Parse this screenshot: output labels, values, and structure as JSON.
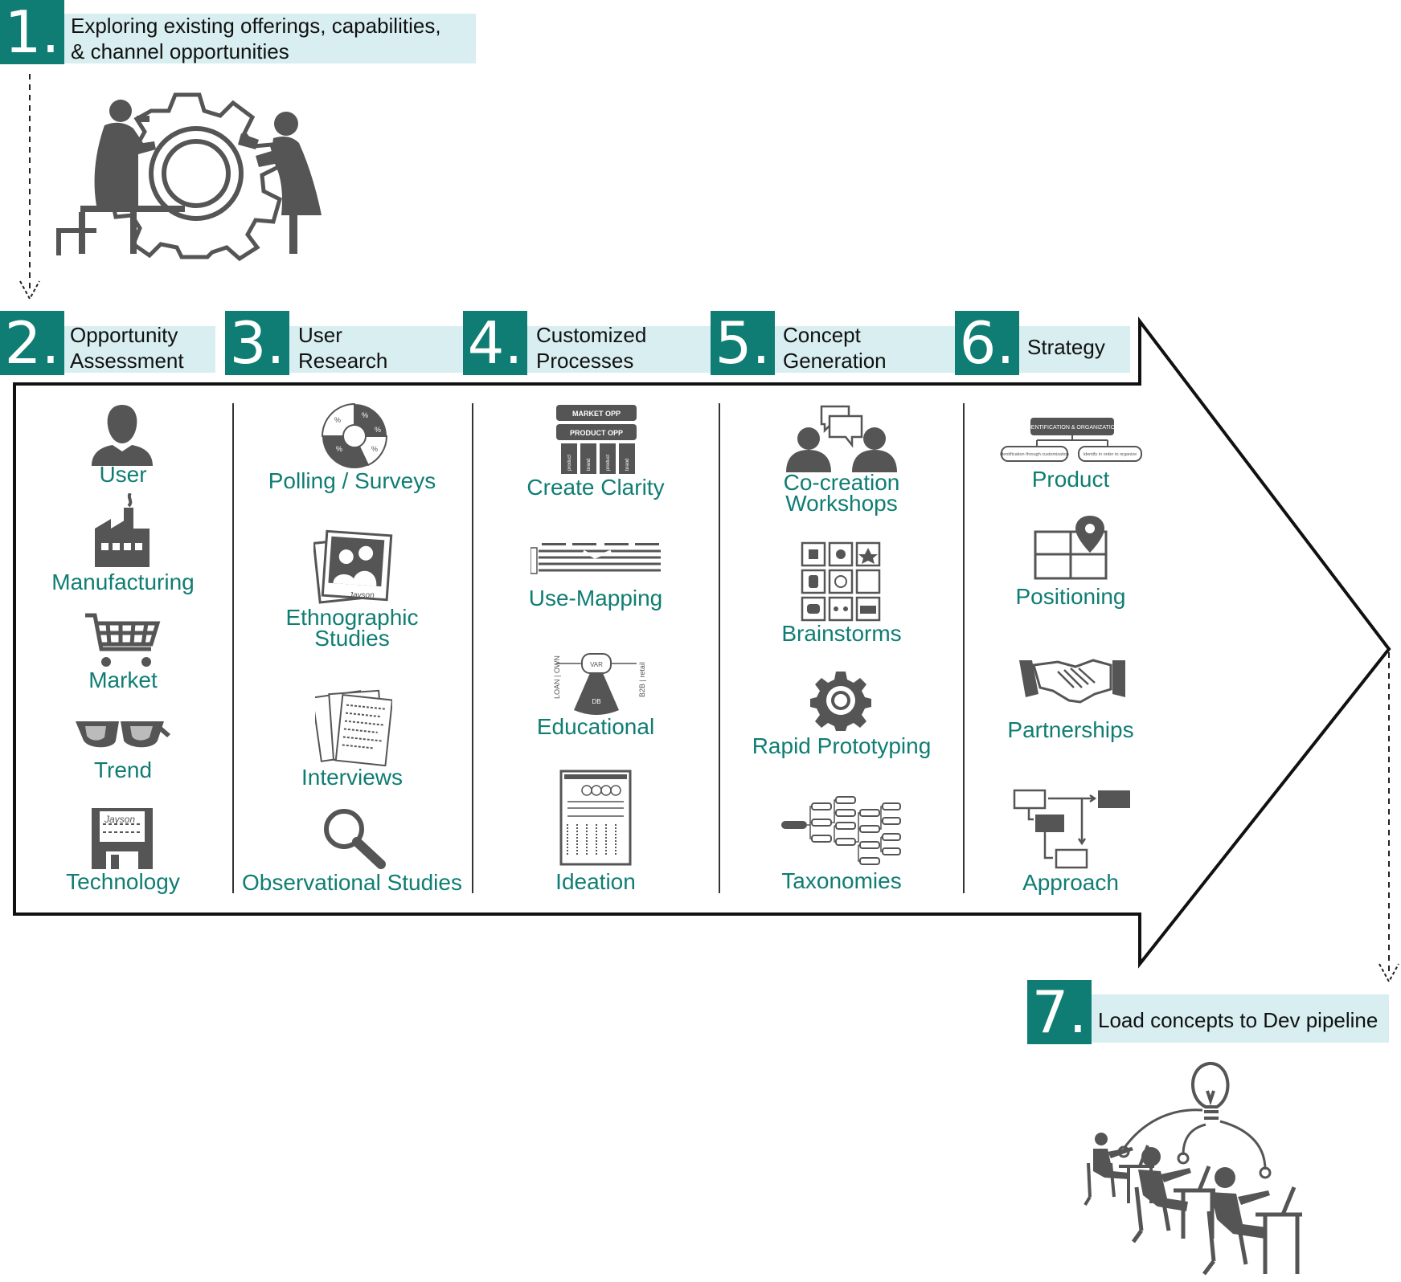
{
  "steps": {
    "s1": {
      "num": "1.",
      "label": "Exploring existing offerings, capabilities,\n& channel opportunities"
    },
    "s2": {
      "num": "2.",
      "label": "Opportunity\nAssessment"
    },
    "s3": {
      "num": "3.",
      "label": "User\nResearch"
    },
    "s4": {
      "num": "4.",
      "label": "Customized\nProcesses"
    },
    "s5": {
      "num": "5.",
      "label": "Concept\nGeneration"
    },
    "s6": {
      "num": "6.",
      "label": "Strategy"
    },
    "s7": {
      "num": "7.",
      "label": "Load concepts to Dev pipeline"
    }
  },
  "columns": {
    "c1": [
      "User",
      "Manufacturing",
      "Market",
      "Trend",
      "Technology"
    ],
    "c2": [
      "Polling / Surveys",
      "Ethnographic\nStudies",
      "Interviews",
      "Observational Studies"
    ],
    "c3": [
      "Create Clarity",
      "Use-Mapping",
      "Educational",
      "Ideation"
    ],
    "c4": [
      "Co-creation\nWorkshops",
      "Brainstorms",
      "Rapid Prototyping",
      "Taxonomies"
    ],
    "c5": [
      "Product",
      "Positioning",
      "Partnerships",
      "Approach"
    ]
  },
  "icon_text": {
    "market_opp": "MARKET OPP",
    "product_opp": "PRODUCT OPP",
    "product": "product",
    "brand": "brand",
    "id_org": "IDENTIFICATION & ORGANIZATION",
    "id_cust": "identification through customization",
    "id_order": "identify in order to organize",
    "loan_own": "LOAN | OWN",
    "b2b_retail": "B2B | retail",
    "var": "VAR",
    "db": "DB",
    "pct": "%",
    "signature": "Jayson"
  },
  "colors": {
    "teal": "#0f7d73",
    "band": "#d8eef0",
    "icon": "#555555"
  }
}
